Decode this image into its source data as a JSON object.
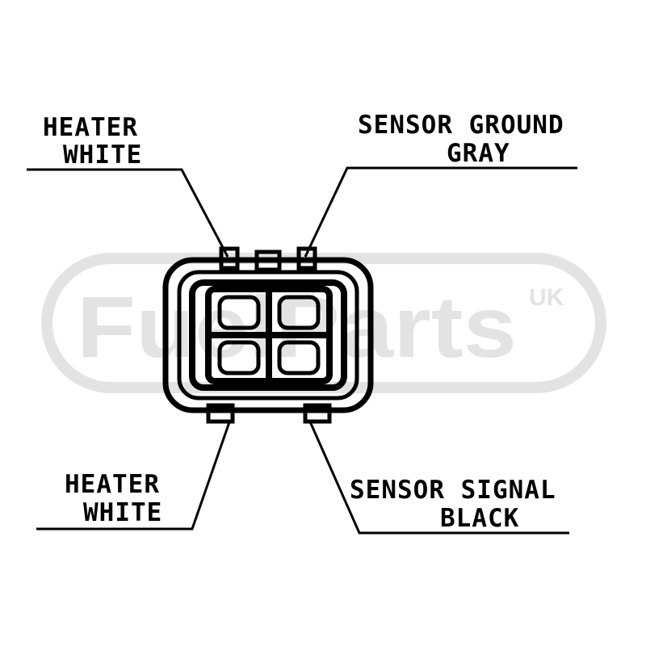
{
  "watermark": {
    "brand": "FuelParts",
    "region": "UK",
    "color": "#e3e3e3"
  },
  "labels": {
    "top_left": {
      "function": "HEATER",
      "wire_color": "WHITE"
    },
    "top_right": {
      "function": "SENSOR GROUND",
      "wire_color": "GRAY"
    },
    "bottom_left": {
      "function": "HEATER",
      "wire_color": "WHITE"
    },
    "bottom_right": {
      "function": "SENSOR SIGNAL",
      "wire_color": "BLACK"
    }
  },
  "colors": {
    "line": "#000000",
    "background": "#ffffff"
  }
}
